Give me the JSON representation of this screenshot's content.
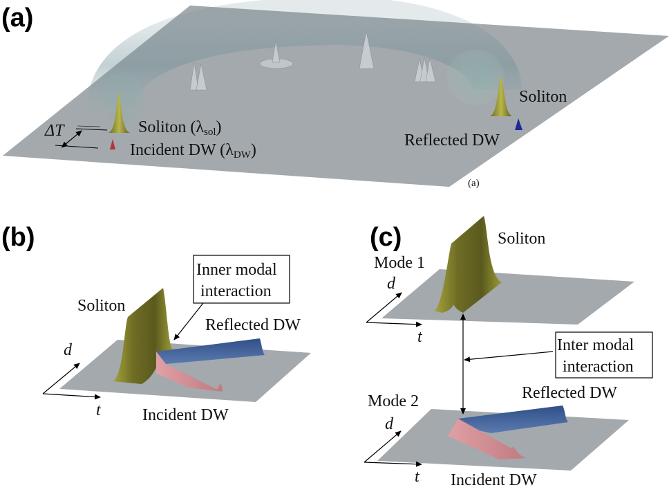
{
  "figure": {
    "panels": {
      "a": {
        "label": "(a)",
        "inner_tag": "(a)",
        "soliton_label": "Soliton (",
        "soliton_lambda": "λ",
        "soliton_sub": "sol",
        "soliton_close": ")",
        "incident_label": "Incident DW (",
        "incident_lambda": "λ",
        "incident_sub": "DW",
        "incident_close": ")",
        "delta_t": "ΔT",
        "soliton_out_label": "Soliton",
        "reflected_label": "Reflected DW"
      },
      "b": {
        "label": "(b)",
        "soliton_label": "Soliton",
        "box_line1": "Inner modal",
        "box_line2": "interaction",
        "reflected_label": "Reflected DW",
        "incident_label": "Incident DW",
        "axis_d": "d",
        "axis_t": "t"
      },
      "c": {
        "label": "(c)",
        "soliton_label": "Soliton",
        "mode1_label": "Mode 1",
        "mode2_label": "Mode 2",
        "box_line1": "Inter modal",
        "box_line2": "interaction",
        "reflected_label": "Reflected DW",
        "incident_label": "Incident DW",
        "axis_d": "d",
        "axis_t": "t"
      }
    },
    "colors": {
      "plane": "#a3a9ad",
      "tube": "#7f9ea3",
      "soliton": "#8a8a2e",
      "incident_dw": "#d98a8f",
      "reflected_dw": "#3d5a90",
      "reflected_dw_a": "#1f2a9a",
      "incident_dw_a": "#b3363a",
      "peaks": "#c9cdd2"
    }
  }
}
